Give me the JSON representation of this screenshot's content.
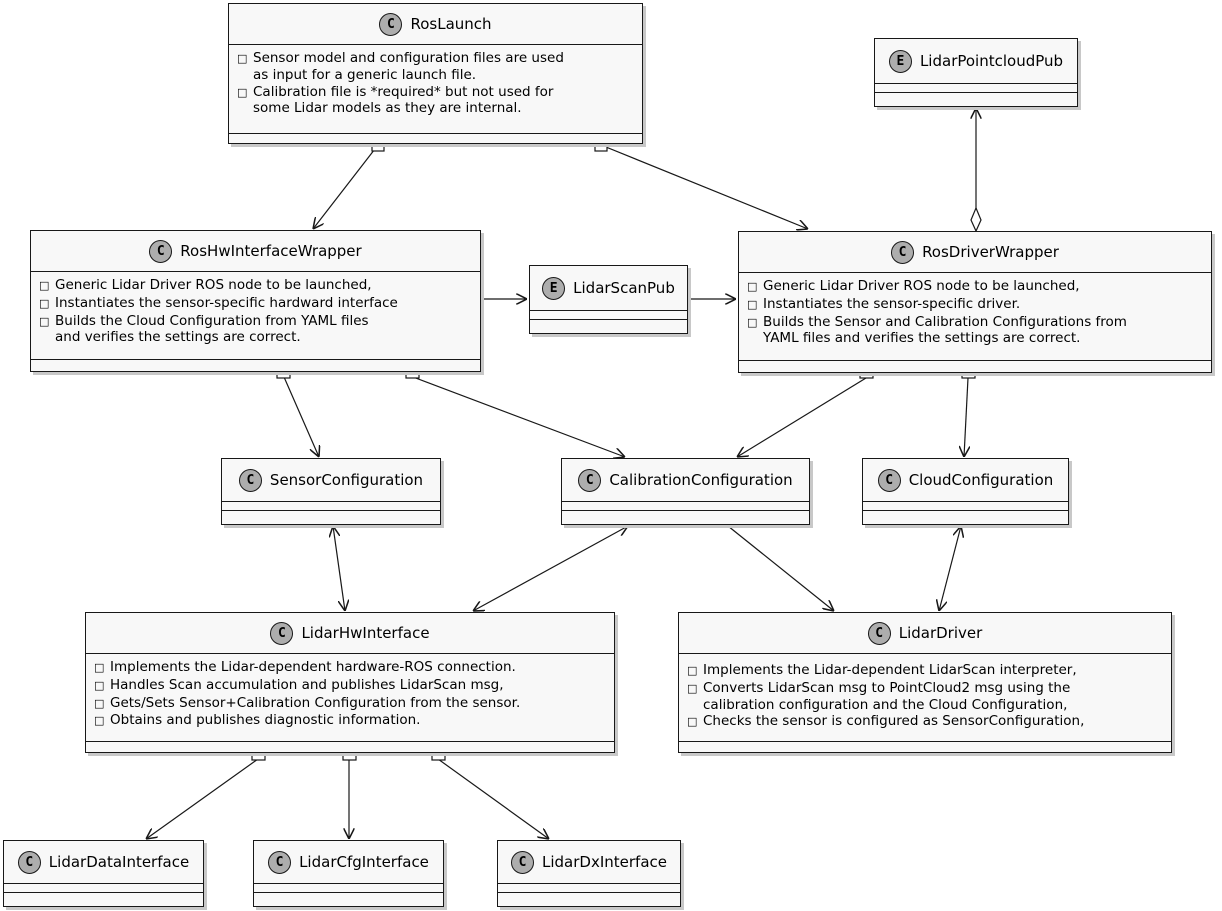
{
  "diagram": {
    "classes": {
      "ros_launch": {
        "stereotype": "C",
        "name": "RosLaunch",
        "notes": [
          "Sensor model and configuration files are used\nas input for a generic launch file.",
          "Calibration file is *required* but not used for\nsome Lidar models as they are internal."
        ]
      },
      "lidar_pointcloud_pub": {
        "stereotype": "E",
        "name": "LidarPointcloudPub",
        "notes": []
      },
      "ros_hw_interface_wrapper": {
        "stereotype": "C",
        "name": "RosHwInterfaceWrapper",
        "notes": [
          "Generic Lidar Driver ROS node to be launched,",
          "Instantiates the sensor-specific hardward interface",
          "Builds the Cloud Configuration from YAML files\nand verifies the settings are correct."
        ]
      },
      "lidar_scan_pub": {
        "stereotype": "E",
        "name": "LidarScanPub",
        "notes": []
      },
      "ros_driver_wrapper": {
        "stereotype": "C",
        "name": "RosDriverWrapper",
        "notes": [
          "Generic Lidar Driver ROS node to be launched,",
          "Instantiates the sensor-specific driver.",
          "Builds the Sensor and Calibration Configurations from\nYAML files and verifies the settings are correct."
        ]
      },
      "sensor_configuration": {
        "stereotype": "C",
        "name": "SensorConfiguration",
        "notes": []
      },
      "calibration_configuration": {
        "stereotype": "C",
        "name": "CalibrationConfiguration",
        "notes": []
      },
      "cloud_configuration": {
        "stereotype": "C",
        "name": "CloudConfiguration",
        "notes": []
      },
      "lidar_hw_interface": {
        "stereotype": "C",
        "name": "LidarHwInterface",
        "notes": [
          "Implements the Lidar-dependent hardware-ROS connection.",
          "Handles Scan accumulation and publishes LidarScan msg,",
          "Gets/Sets Sensor+Calibration Configuration from the sensor.",
          "Obtains and publishes diagnostic information."
        ]
      },
      "lidar_driver": {
        "stereotype": "C",
        "name": "LidarDriver",
        "notes": [
          "Implements the Lidar-dependent LidarScan interpreter,",
          "Converts LidarScan msg to PointCloud2 msg using the\ncalibration configuration and the Cloud Configuration,",
          "Checks the sensor is configured as SensorConfiguration,"
        ]
      },
      "lidar_data_interface": {
        "stereotype": "C",
        "name": "LidarDataInterface",
        "notes": []
      },
      "lidar_cfg_interface": {
        "stereotype": "C",
        "name": "LidarCfgInterface",
        "notes": []
      },
      "lidar_dx_interface": {
        "stereotype": "C",
        "name": "LidarDxInterface",
        "notes": []
      }
    },
    "relations": [
      {
        "from": "ros_launch",
        "to": "ros_hw_interface_wrapper",
        "type": "nested"
      },
      {
        "from": "ros_launch",
        "to": "ros_driver_wrapper",
        "type": "nested"
      },
      {
        "from": "ros_driver_wrapper",
        "to": "lidar_pointcloud_pub",
        "type": "aggregation-bidirectional"
      },
      {
        "from": "ros_hw_interface_wrapper",
        "to": "lidar_scan_pub",
        "type": "association"
      },
      {
        "from": "lidar_scan_pub",
        "to": "ros_driver_wrapper",
        "type": "association"
      },
      {
        "from": "ros_hw_interface_wrapper",
        "to": "sensor_configuration",
        "type": "nested"
      },
      {
        "from": "ros_hw_interface_wrapper",
        "to": "calibration_configuration",
        "type": "nested"
      },
      {
        "from": "ros_driver_wrapper",
        "to": "calibration_configuration",
        "type": "nested"
      },
      {
        "from": "ros_driver_wrapper",
        "to": "cloud_configuration",
        "type": "nested"
      },
      {
        "from": "sensor_configuration",
        "to": "lidar_hw_interface",
        "type": "bidirectional"
      },
      {
        "from": "calibration_configuration",
        "to": "lidar_hw_interface",
        "type": "bidirectional"
      },
      {
        "from": "calibration_configuration",
        "to": "lidar_driver",
        "type": "association"
      },
      {
        "from": "cloud_configuration",
        "to": "lidar_driver",
        "type": "bidirectional"
      },
      {
        "from": "lidar_hw_interface",
        "to": "lidar_data_interface",
        "type": "nested"
      },
      {
        "from": "lidar_hw_interface",
        "to": "lidar_cfg_interface",
        "type": "nested"
      },
      {
        "from": "lidar_hw_interface",
        "to": "lidar_dx_interface",
        "type": "nested"
      }
    ]
  }
}
